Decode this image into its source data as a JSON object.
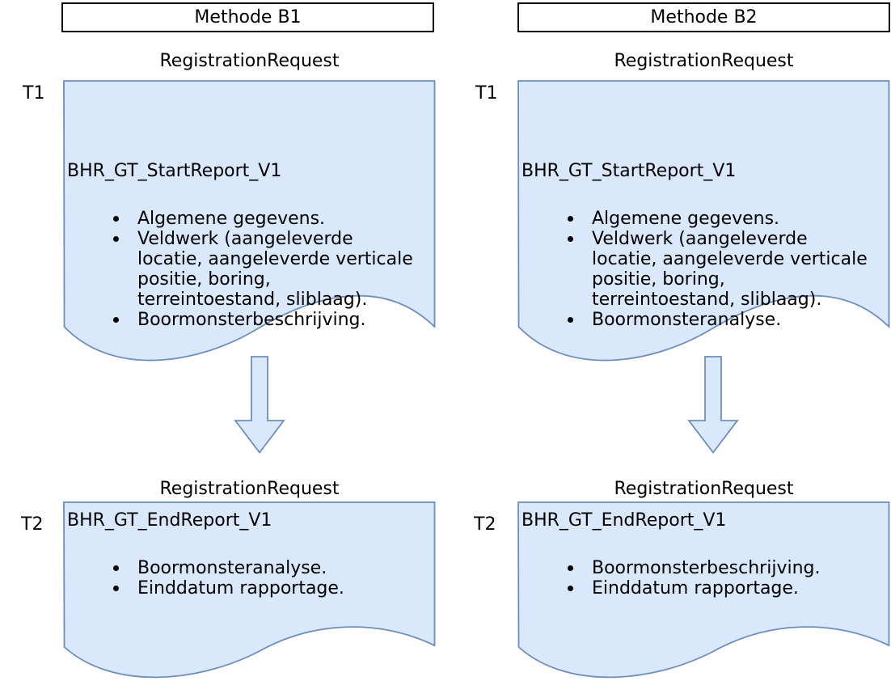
{
  "diagram_title": "BHR-GT registration methods B1 and B2",
  "colors": {
    "doc_fill": "#dae8fc",
    "doc_border": "#6c8ebf",
    "header_border": "#000000",
    "text": "#000000",
    "background": "#ffffff"
  },
  "columns": [
    {
      "id": "b1",
      "header": "Methode B1",
      "stages": [
        {
          "time_label": "T1",
          "request_label": "RegistrationRequest",
          "doc_title": "BHR_GT_StartReport_V1",
          "bullets": [
            "Algemene gegevens.",
            "Veldwerk (aangeleverde\nlocatie, aangeleverde verticale\npositie, boring,\nterreintoestand, sliblaag).",
            "Boormonsterbeschrijving."
          ]
        },
        {
          "time_label": "T2",
          "request_label": "RegistrationRequest",
          "doc_title": "BHR_GT_EndReport_V1",
          "bullets": [
            "Boormonsteranalyse.",
            "Einddatum rapportage."
          ]
        }
      ]
    },
    {
      "id": "b2",
      "header": "Methode B2",
      "stages": [
        {
          "time_label": "T1",
          "request_label": "RegistrationRequest",
          "doc_title": "BHR_GT_StartReport_V1",
          "bullets": [
            "Algemene gegevens.",
            "Veldwerk (aangeleverde\nlocatie, aangeleverde verticale\npositie, boring,\nterreintoestand, sliblaag).",
            "Boormonsteranalyse."
          ]
        },
        {
          "time_label": "T2",
          "request_label": "RegistrationRequest",
          "doc_title": "BHR_GT_EndReport_V1",
          "bullets": [
            "Boormonsterbeschrijving.",
            "Einddatum rapportage."
          ]
        }
      ]
    }
  ]
}
